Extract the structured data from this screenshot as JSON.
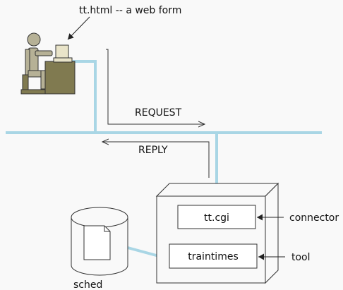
{
  "diagram": {
    "caption_form": "tt.html -- a web form",
    "request_label": "REQUEST",
    "reply_label": "REPLY",
    "cgi_box_label": "tt.cgi",
    "traintimes_box_label": "traintimes",
    "connector_label": "connector",
    "tool_label": "tool",
    "sched_label": "sched"
  },
  "colors": {
    "network_line": "#a9d6e5",
    "person": "#b6b196",
    "desk": "#807a50",
    "stroke": "#222222"
  }
}
